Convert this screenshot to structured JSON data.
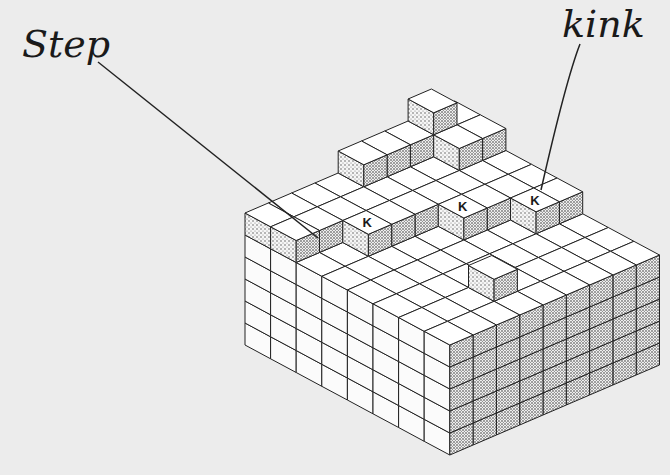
{
  "diagram": {
    "labels": [
      "Step",
      "kink",
      "K",
      "K",
      "K"
    ]
  }
}
